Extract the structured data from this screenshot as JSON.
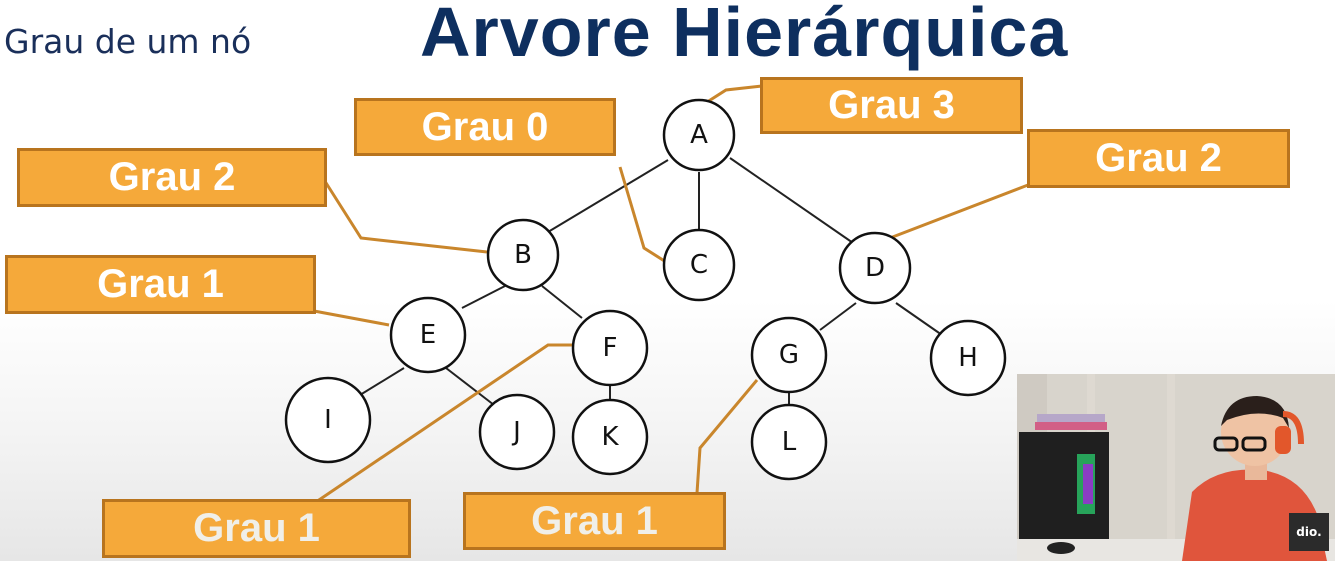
{
  "header": {
    "subtitle": "Grau de um nó",
    "title": "Arvore Hierárquica"
  },
  "nodes": [
    {
      "id": "A",
      "label": "A"
    },
    {
      "id": "B",
      "label": "B"
    },
    {
      "id": "C",
      "label": "C"
    },
    {
      "id": "D",
      "label": "D"
    },
    {
      "id": "E",
      "label": "E"
    },
    {
      "id": "F",
      "label": "F"
    },
    {
      "id": "G",
      "label": "G"
    },
    {
      "id": "H",
      "label": "H"
    },
    {
      "id": "I",
      "label": "I"
    },
    {
      "id": "J",
      "label": "J"
    },
    {
      "id": "K",
      "label": "K"
    },
    {
      "id": "L",
      "label": "L"
    }
  ],
  "edges": [
    [
      "A",
      "B"
    ],
    [
      "A",
      "C"
    ],
    [
      "A",
      "D"
    ],
    [
      "B",
      "E"
    ],
    [
      "B",
      "F"
    ],
    [
      "D",
      "G"
    ],
    [
      "D",
      "H"
    ],
    [
      "E",
      "I"
    ],
    [
      "E",
      "J"
    ],
    [
      "F",
      "K"
    ],
    [
      "G",
      "L"
    ]
  ],
  "callouts": [
    {
      "text": "Grau 0",
      "target": "C"
    },
    {
      "text": "Grau 3",
      "target": "A"
    },
    {
      "text": "Grau 2",
      "target": "B"
    },
    {
      "text": "Grau 2",
      "target": "D"
    },
    {
      "text": "Grau 1",
      "target": "E"
    },
    {
      "text": "Grau 1",
      "target": "F"
    },
    {
      "text": "Grau 1",
      "target": "G"
    }
  ],
  "colors": {
    "title": "#0e2f5f",
    "callout_fill": "#f5a93a",
    "callout_border": "#b8741e",
    "leader_line": "#c9862c",
    "edge": "#222222"
  },
  "overlay": {
    "logo_text": "dio."
  }
}
